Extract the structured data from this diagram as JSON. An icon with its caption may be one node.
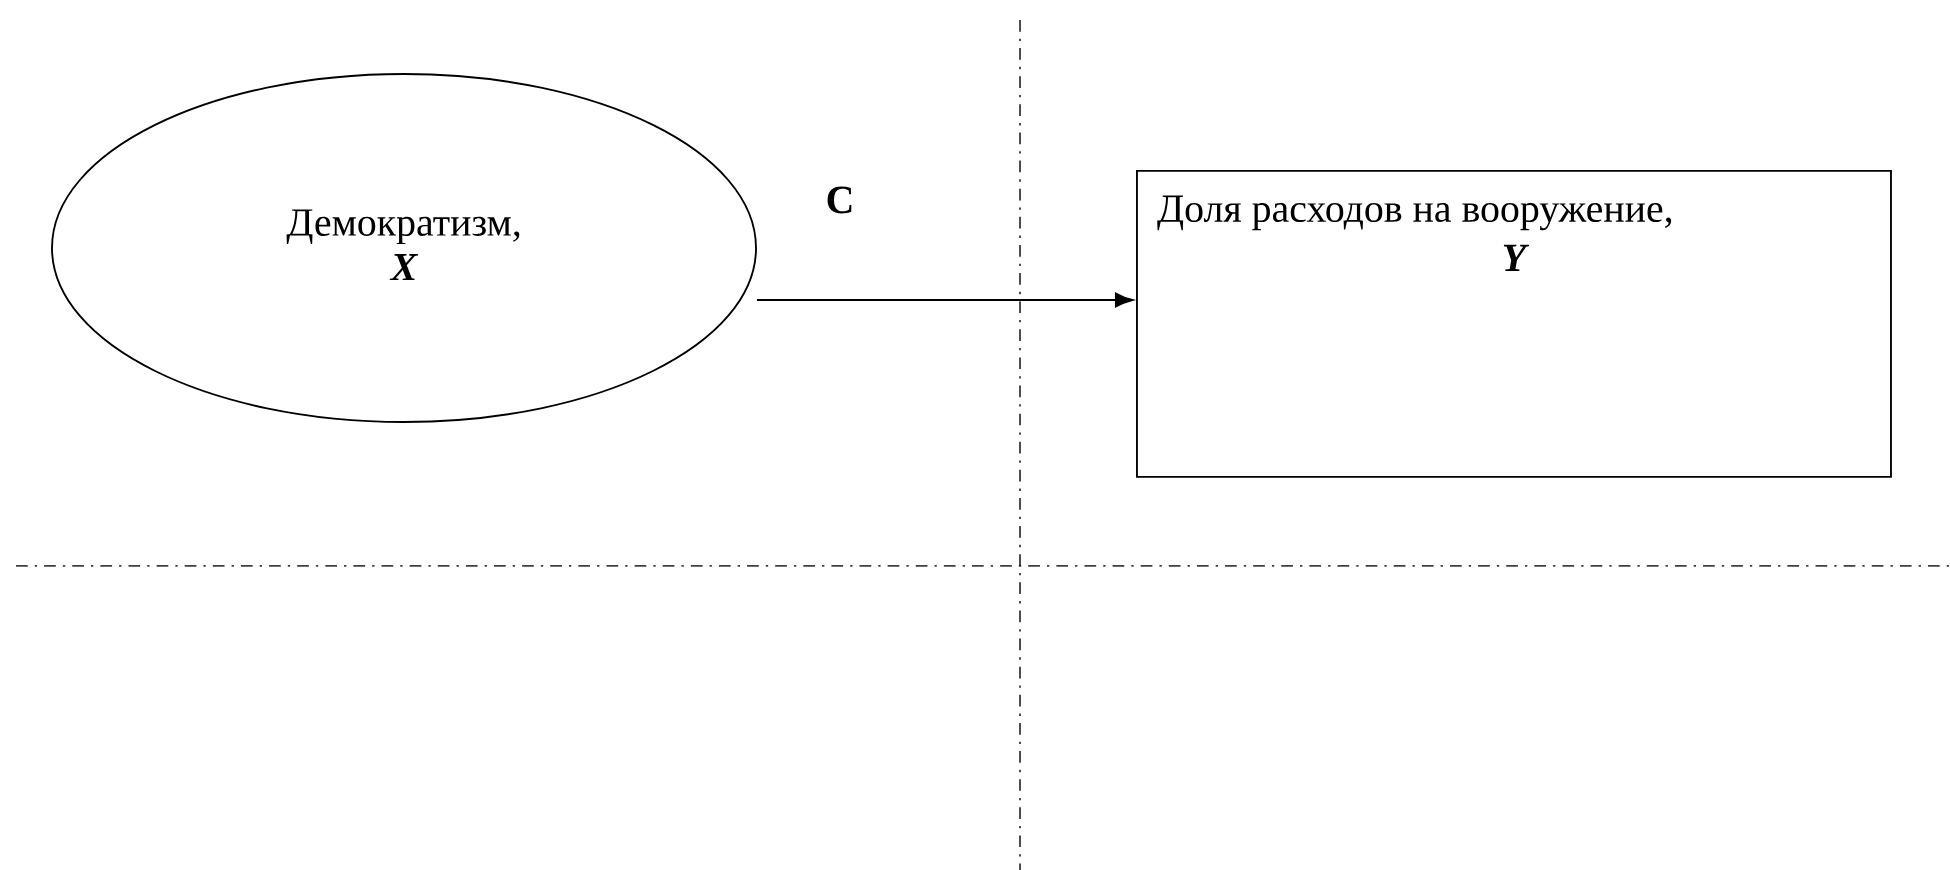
{
  "diagram": {
    "nodes": [
      {
        "text": [
          "Демократизм,",
          "X"
        ]
      },
      {
        "text": [
          "Доля расходов на вооружение,",
          "Y"
        ]
      }
    ],
    "edges": [
      {
        "from": 0,
        "to": 1,
        "arrow": "to",
        "label": "C"
      }
    ]
  }
}
